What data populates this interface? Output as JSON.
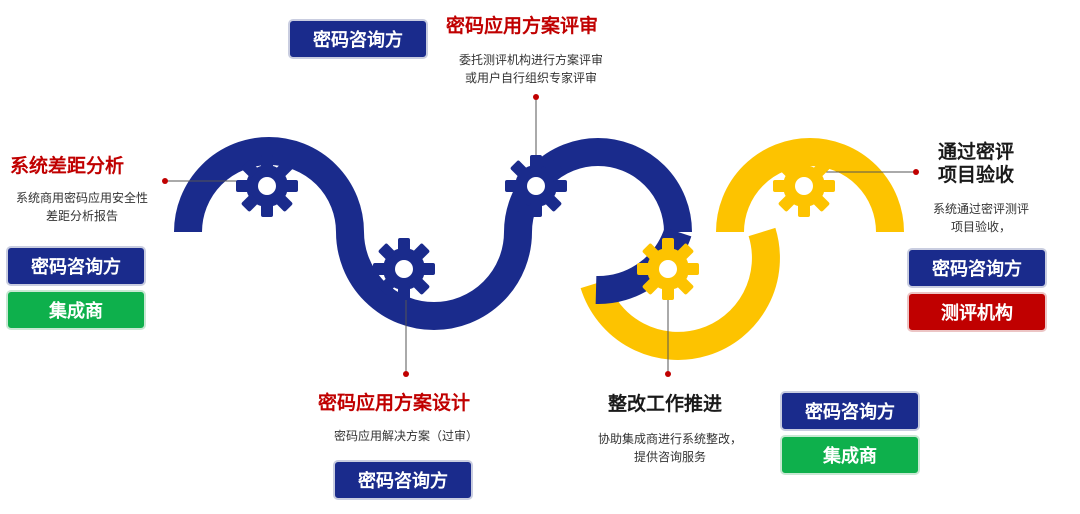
{
  "colors": {
    "navy": "#1a2b8c",
    "gold": "#fdc300",
    "red": "#c00000",
    "green": "#0eb04c"
  },
  "steps": [
    {
      "title": "系统差距分析",
      "desc_lines": [
        "系统商用密码应用安全性",
        "差距分析报告"
      ],
      "badges": [
        "密码咨询方",
        "集成商"
      ]
    },
    {
      "title": "密码应用方案设计",
      "desc_lines": [
        "密码应用解决方案（过审）"
      ],
      "badges": [
        "密码咨询方"
      ]
    },
    {
      "title": "密码应用方案评审",
      "desc_lines": [
        "委托测评机构进行方案评审",
        "或用户自行组织专家评审"
      ],
      "badges": [
        "密码咨询方"
      ]
    },
    {
      "title": "整改工作推进",
      "desc_lines": [
        "协助集成商进行系统整改，",
        "提供咨询服务"
      ],
      "badges": [
        "密码咨询方",
        "集成商"
      ]
    },
    {
      "title_lines": [
        "通过密评",
        "项目验收"
      ],
      "desc_lines": [
        "系统通过密评测评",
        "项目验收，"
      ],
      "badges": [
        "密码咨询方",
        "测评机构"
      ]
    }
  ],
  "icons": {
    "gear": "gear-icon"
  }
}
